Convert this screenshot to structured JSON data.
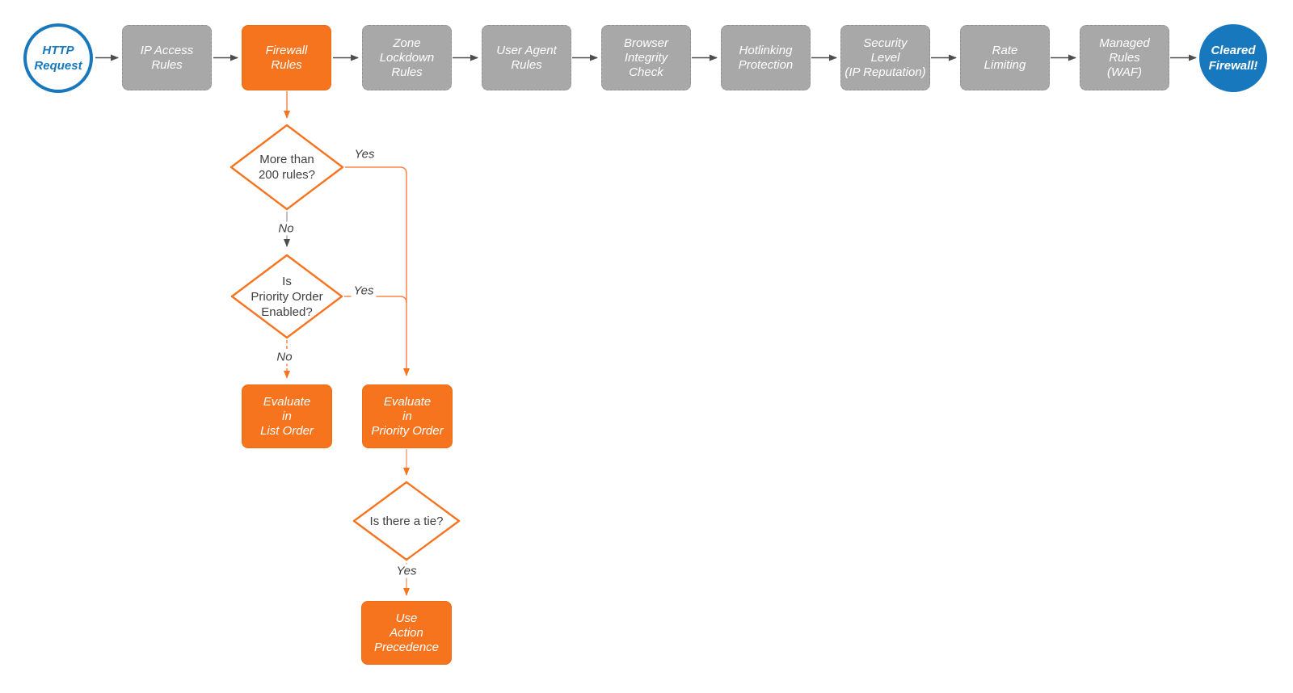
{
  "title": "HTTP request firewall evaluation flowchart",
  "colors": {
    "accent_orange": "#f7741f",
    "node_gray": "#a8a8a8",
    "brand_blue": "#1778be",
    "wire_gray": "#4d4d4d",
    "text_dark": "#3f3f3f"
  },
  "start": {
    "label": "HTTP\nRequest"
  },
  "end": {
    "label": "Cleared\nFirewall!"
  },
  "stages": [
    {
      "label": "IP Access\nRules",
      "highlighted": false
    },
    {
      "label": "Firewall\nRules",
      "highlighted": true
    },
    {
      "label": "Zone\nLockdown\nRules",
      "highlighted": false
    },
    {
      "label": "User Agent\nRules",
      "highlighted": false
    },
    {
      "label": "Browser\nIntegrity\nCheck",
      "highlighted": false
    },
    {
      "label": "Hotlinking\nProtection",
      "highlighted": false
    },
    {
      "label": "Security\nLevel\n(IP Reputation)",
      "highlighted": false
    },
    {
      "label": "Rate\nLimiting",
      "highlighted": false
    },
    {
      "label": "Managed\nRules\n(WAF)",
      "highlighted": false
    }
  ],
  "decisions": [
    {
      "label": "More than\n200 rules?"
    },
    {
      "label": "Is\nPriority Order\nEnabled?"
    },
    {
      "label": "Is there a tie?"
    }
  ],
  "actions": [
    {
      "label": "Evaluate\nin\nList Order"
    },
    {
      "label": "Evaluate\nin\nPriority Order"
    },
    {
      "label": "Use\nAction\nPrecedence"
    }
  ],
  "edges": {
    "d1_yes": "Yes",
    "d1_no": "No",
    "d2_yes": "Yes",
    "d2_no": "No",
    "d3_yes": "Yes"
  }
}
